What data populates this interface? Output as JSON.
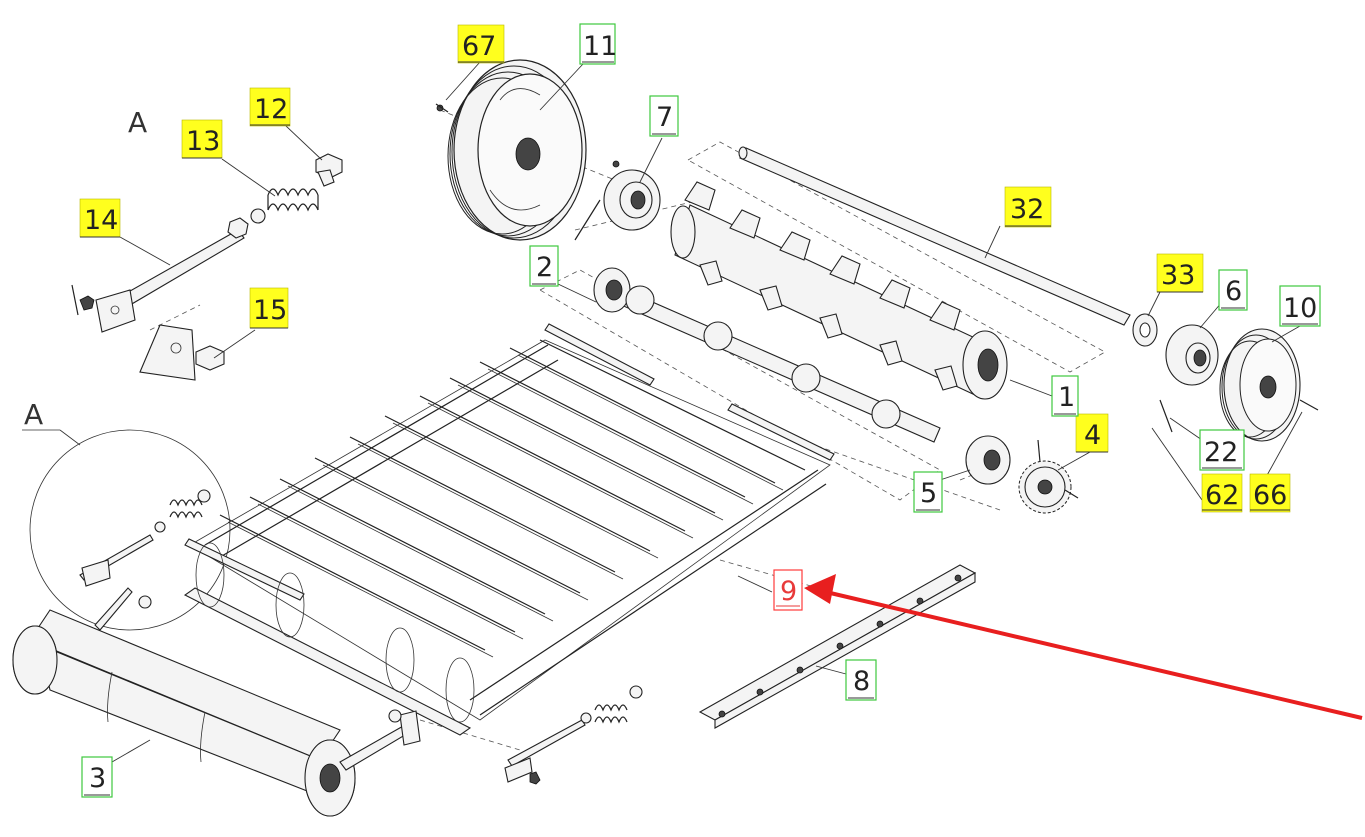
{
  "view_labels": {
    "top": "A",
    "detail": "A"
  },
  "callouts": {
    "c67": "67",
    "c11": "11",
    "c7": "7",
    "c12": "12",
    "c13": "13",
    "c14": "14",
    "c15": "15",
    "c32": "32",
    "c2": "2",
    "c33": "33",
    "c6": "6",
    "c10": "10",
    "c1": "1",
    "c22": "22",
    "c4": "4",
    "c5": "5",
    "c62": "62",
    "c66": "66",
    "c9": "9",
    "c8": "8",
    "c3": "3"
  },
  "colors": {
    "highlight": "#ffff1e",
    "frame_green": "#3ec83e",
    "arrow_red": "#e81f1f"
  },
  "arrow": {
    "points_to": "9"
  }
}
